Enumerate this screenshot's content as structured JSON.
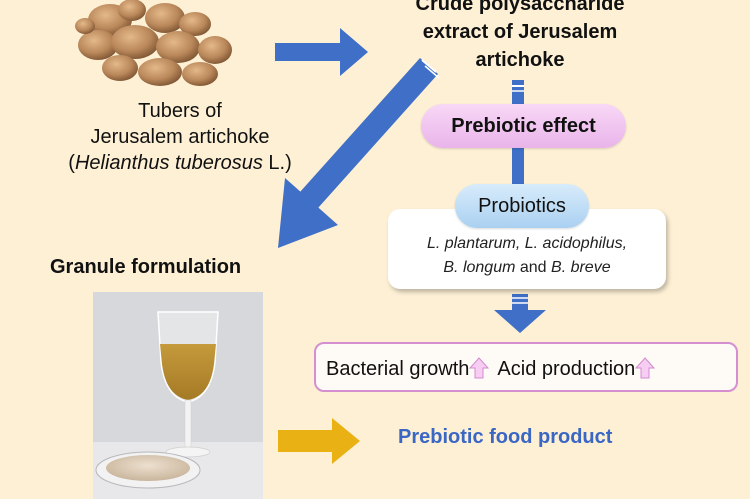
{
  "tubers_caption": {
    "line1": "Tubers of",
    "line2": "Jerusalem artichoke",
    "sci_name": "Helianthus tuberosus",
    "sci_suffix": " L.)",
    "sci_prefix": "("
  },
  "extract_title": {
    "line1": "Crude polysaccharide",
    "line2": "extract of Jerusalem",
    "line3": "artichoke"
  },
  "prebiotic_effect": "Prebiotic effect",
  "probiotics": {
    "label": "Probiotics",
    "species_line1": "L. plantarum, L. acidophilus,",
    "species_line2_a": "B. longum",
    "species_line2_and": " and ",
    "species_line2_b": "B. breve"
  },
  "effects": {
    "growth": "Bacterial growth",
    "acid": "Acid production"
  },
  "granule_formulation": "Granule formulation",
  "prebiotic_food_product": "Prebiotic food product",
  "colors": {
    "background": "#fdf0d5",
    "blue_arrow": "#3f6fc6",
    "gold_arrow": "#e9b114",
    "pink_pill": "#eec2ee",
    "blue_pill": "#bcdcf5",
    "product_text": "#3a66c4"
  },
  "icons": [
    "tuber-illustration",
    "up-arrow-icon",
    "glass-photo"
  ]
}
